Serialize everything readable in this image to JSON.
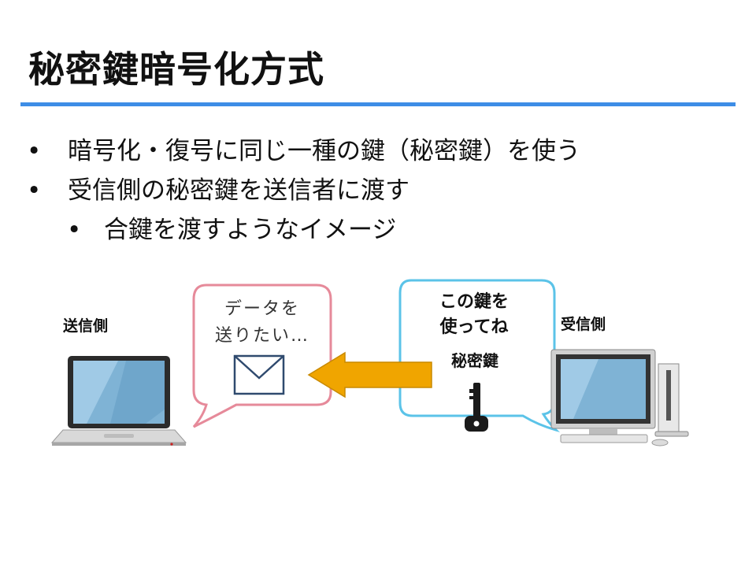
{
  "slide": {
    "title": "秘密鍵暗号化方式",
    "accent_color": "#3d8de6"
  },
  "bullets": [
    {
      "marker": "•",
      "text": "暗号化・復号に同じ一種の鍵（秘密鍵）を使う",
      "level": 1
    },
    {
      "marker": "•",
      "text": "受信側の秘密鍵を送信者に渡す",
      "level": 1
    },
    {
      "marker": "•",
      "text": "合鍵を渡すようなイメージ",
      "level": 2
    }
  ],
  "diagram": {
    "sender_label": "送信側",
    "receiver_label": "受信側",
    "sender_bubble": {
      "lines": [
        "データを",
        "送りたい…"
      ],
      "border_color": "#e68a9a"
    },
    "receiver_bubble": {
      "lines": [
        "この鍵を",
        "使ってね"
      ],
      "border_color": "#5bc3e8"
    },
    "key_label": "秘密鍵",
    "arrow_color": "#f0a500",
    "icons": [
      "laptop-icon",
      "envelope-icon",
      "key-icon",
      "desktop-computer-icon"
    ]
  }
}
